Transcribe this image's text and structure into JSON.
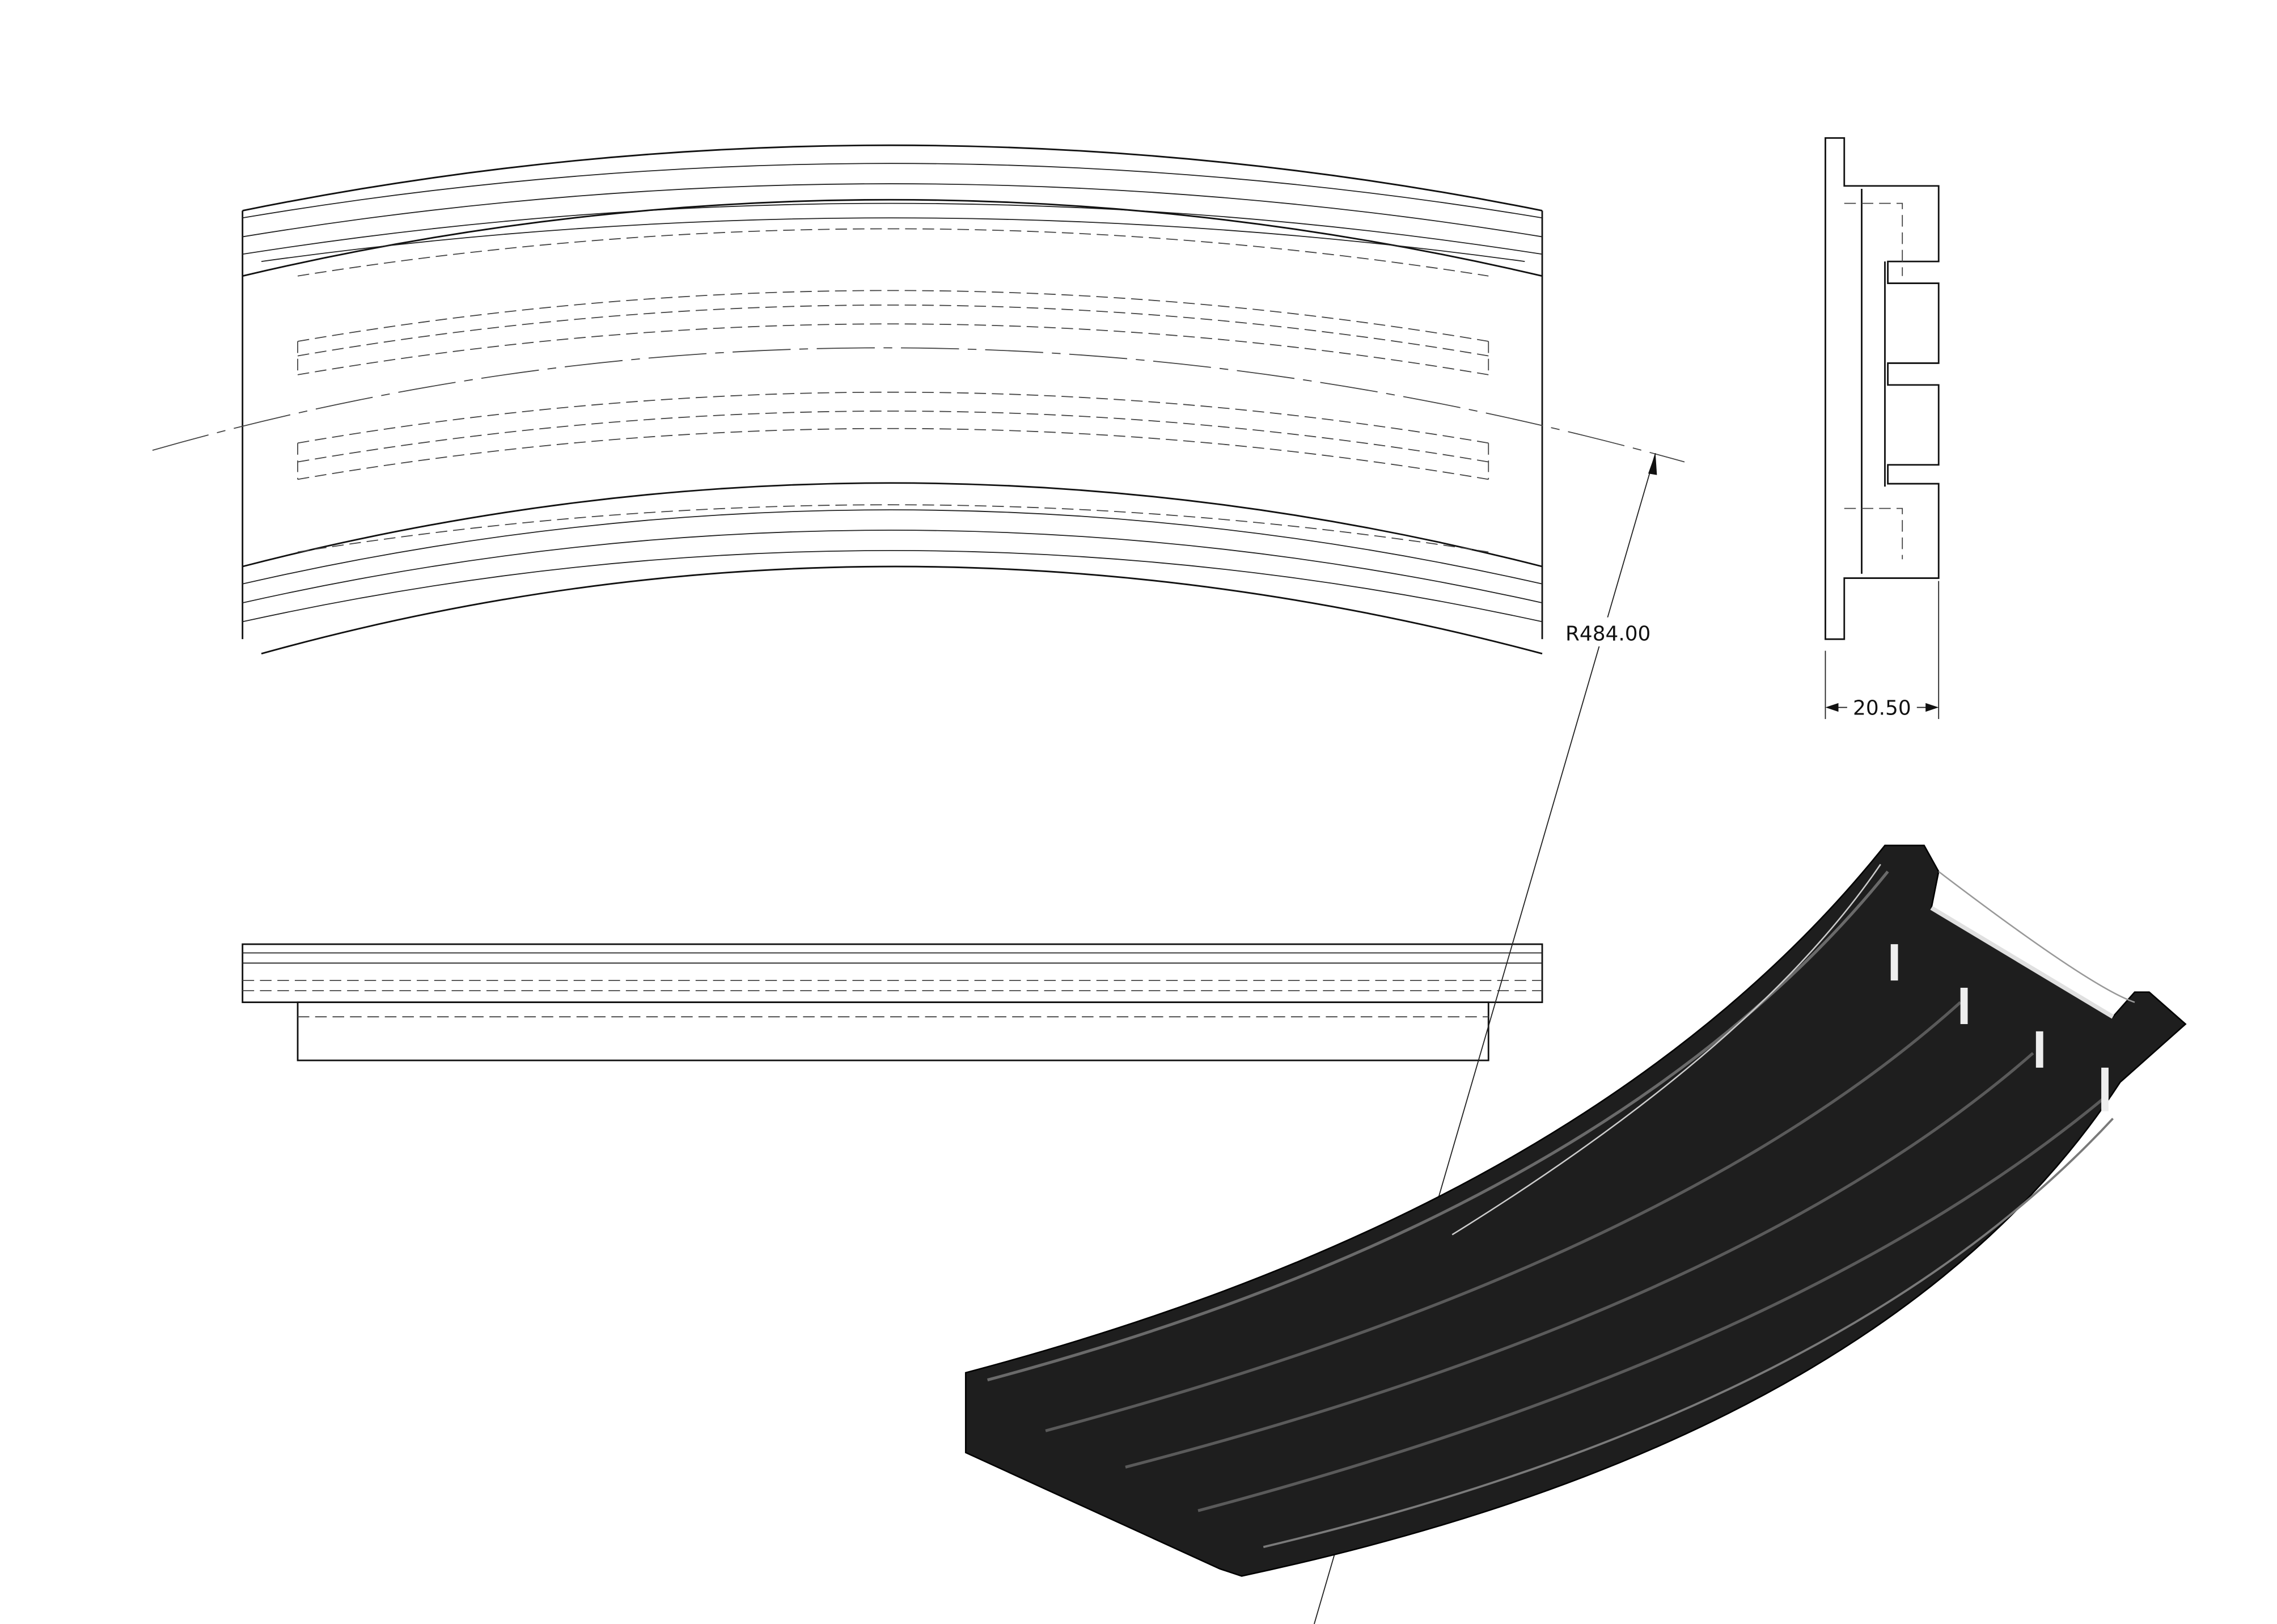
{
  "drawing": {
    "views": [
      "front-view",
      "side-view",
      "bottom-view",
      "isometric-render"
    ],
    "dimensions": {
      "radius_label": "R484.00",
      "thickness_label": "20.50"
    },
    "colors": {
      "line": "#111111",
      "render_dark": "#1e1e1e",
      "render_highlight": "#6a6a6a",
      "background": "#ffffff"
    }
  }
}
